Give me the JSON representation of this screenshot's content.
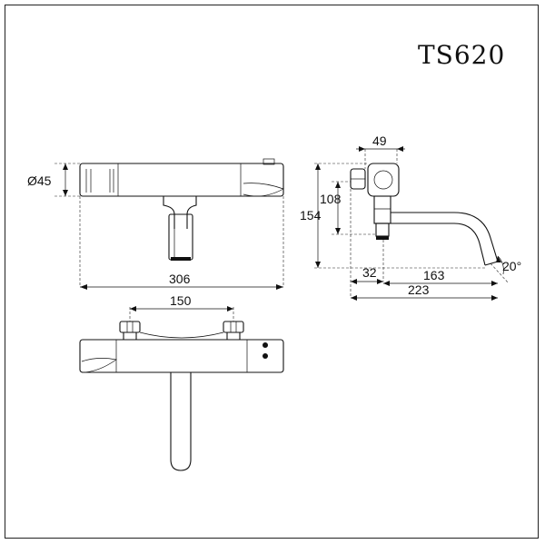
{
  "drawing": {
    "model": "TS620",
    "dimensions": {
      "diameter": "Ø45",
      "overall_width": "306",
      "center_spacing": "150",
      "depth_top": "49",
      "height_108": "108",
      "height_154": "154",
      "offset_32": "32",
      "spout_163": "163",
      "total_223": "223",
      "angle": "20°"
    }
  }
}
